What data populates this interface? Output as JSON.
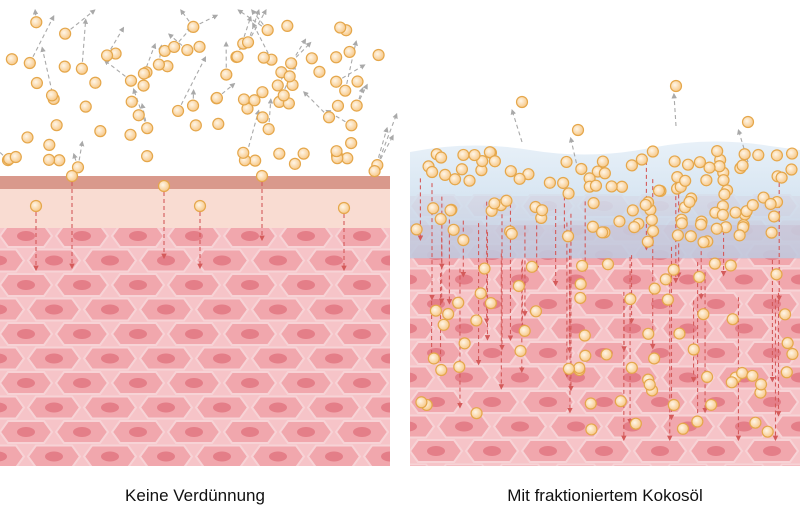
{
  "panels": [
    {
      "id": "left",
      "caption": "Keine Verdünnung"
    },
    {
      "id": "right",
      "caption": "Mit fraktioniertem Kokosöl"
    }
  ],
  "colors": {
    "cell_fill": "#f1a7ad",
    "cell_stroke": "#f7d3d6",
    "nucleus": "#e47e88",
    "background_tissue": "#f6c4c8",
    "skin_surface": "#d9998c",
    "skin_upper": "#f9dcd2",
    "oil_layer": "#c9dcec",
    "particle_fill": "#fbe0b7",
    "particle_stroke": "#e5a74b",
    "arrow_grey": "#a9a9a9",
    "arrow_red": "#d45a5a"
  },
  "icons": {
    "particle": "oil-molecule-icon",
    "cell": "skin-cell-icon"
  }
}
